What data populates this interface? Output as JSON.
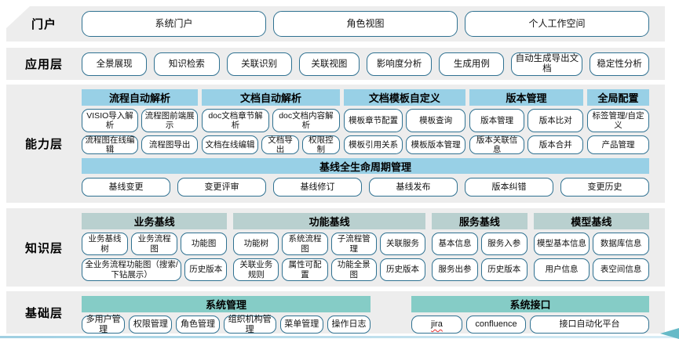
{
  "colors": {
    "band_bg": "#ededed",
    "capability_header": "#98d0e6",
    "knowledge_header": "#b9d0cf",
    "foundation_header": "#85ccc6",
    "chip_border": "#2f7191",
    "bottom_line": "#9fcfe2",
    "arrow": "#66bac7",
    "spellcheck_underline": "#e03131"
  },
  "layers": {
    "portal": {
      "label": "门户",
      "items": [
        "系统门户",
        "角色视图",
        "个人工作空间"
      ]
    },
    "application": {
      "label": "应用层",
      "items": [
        "全景展现",
        "知识检索",
        "关联识别",
        "关联视图",
        "影响度分析",
        "生成用例",
        "自动生成导出文档",
        "稳定性分析"
      ]
    },
    "capability": {
      "label": "能力层",
      "groups": [
        {
          "title": "流程自动解析",
          "row1": [
            "VISIO导入解析",
            "流程图前端展示"
          ],
          "row2": [
            "流程图在线编辑",
            "流程图导出"
          ]
        },
        {
          "title": "文档自动解析",
          "row1": [
            "doc文档章节解析",
            "doc文档内容解析"
          ],
          "row2": [
            "文档在线编辑",
            "文档导出",
            "权限控制"
          ]
        },
        {
          "title": "文档模板自定义",
          "row1": [
            "模板章节配置",
            "模板查询"
          ],
          "row2": [
            "模板引用关系",
            "模板版本管理"
          ]
        },
        {
          "title": "版本管理",
          "row1": [
            "版本管理",
            "版本比对"
          ],
          "row2": [
            "版本关联信息",
            "版本合并"
          ]
        },
        {
          "title": "全局配置",
          "row1": [
            "标签管理/自定义"
          ],
          "row2": [
            "产品管理"
          ]
        }
      ],
      "baseline": {
        "title": "基线全生命周期管理",
        "items": [
          "基线变更",
          "变更评审",
          "基线修订",
          "基线发布",
          "版本纠错",
          "变更历史"
        ]
      }
    },
    "knowledge": {
      "label": "知识层",
      "groups": [
        {
          "title": "业务基线",
          "row1": [
            "业务基线树",
            "业务流程图",
            "功能图"
          ],
          "row2": [
            "全业务流程功能图（搜索/下钻展示）",
            "历史版本"
          ]
        },
        {
          "title": "功能基线",
          "row1": [
            "功能树",
            "系统流程图",
            "子流程管理",
            "关联服务"
          ],
          "row2": [
            "关联业务规则",
            "属性可配置",
            "功能全景图",
            "历史版本"
          ]
        },
        {
          "title": "服务基线",
          "row1": [
            "基本信息",
            "服务入参"
          ],
          "row2": [
            "服务出参",
            "历史版本"
          ]
        },
        {
          "title": "模型基线",
          "row1": [
            "模型基本信息",
            "数据库信息"
          ],
          "row2": [
            "用户信息",
            "表空间信息"
          ]
        }
      ]
    },
    "foundation": {
      "label": "基础层",
      "groups": [
        {
          "title": "系统管理",
          "items": [
            "多用户管理",
            "权限管理",
            "角色管理",
            "组织机构管理",
            "菜单管理",
            "操作日志"
          ]
        },
        {
          "title": "系统接口",
          "items": [
            "jira",
            "confluence",
            "接口自动化平台"
          ]
        }
      ]
    }
  }
}
